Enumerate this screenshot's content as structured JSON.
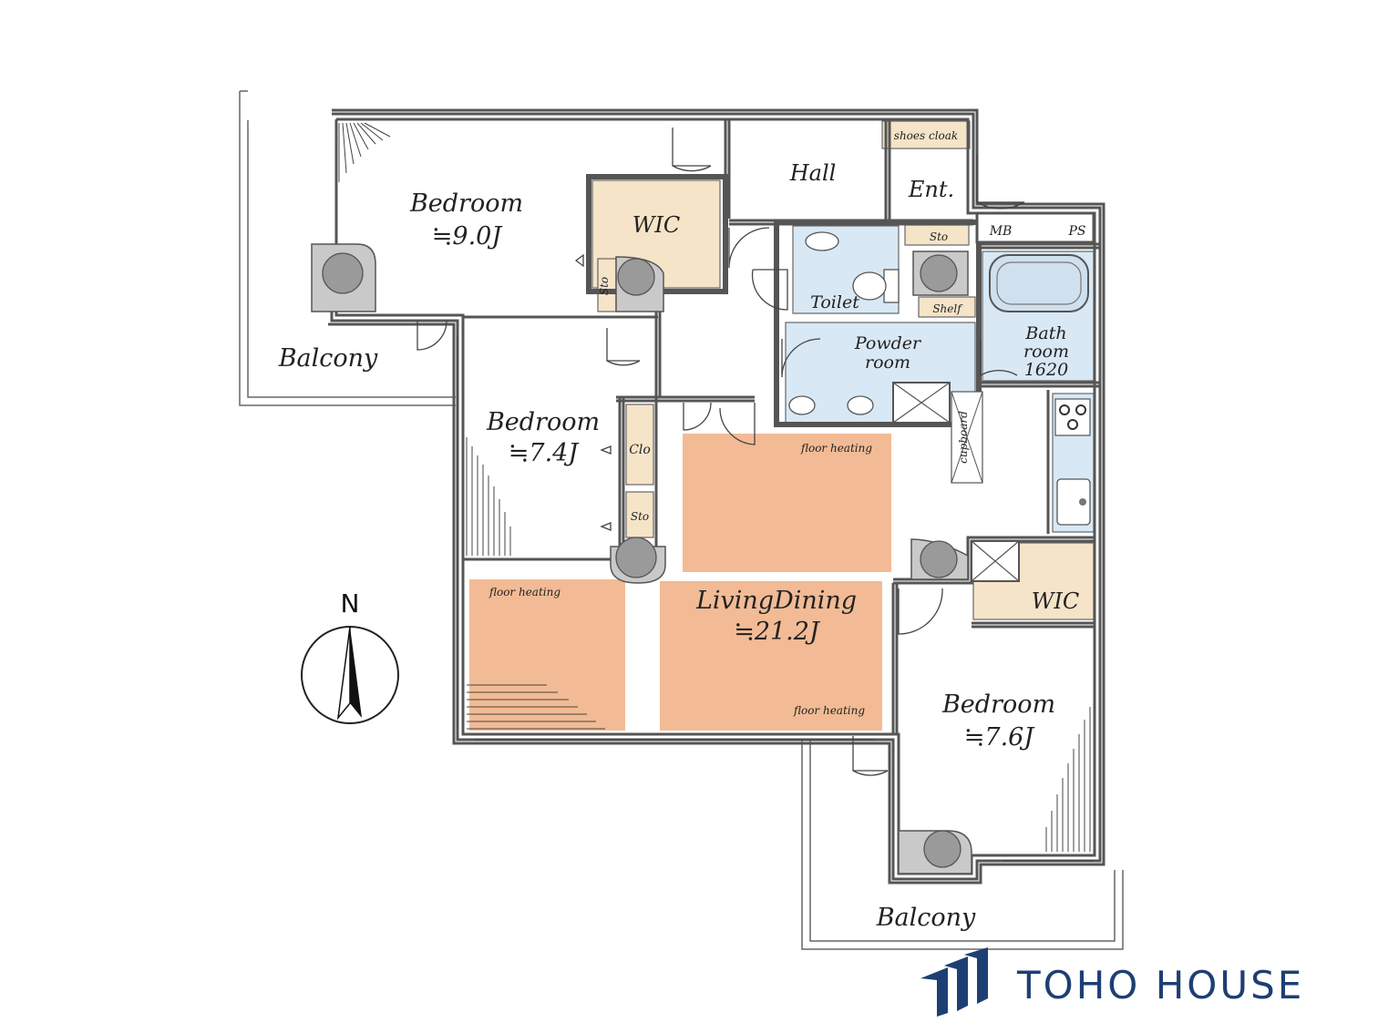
{
  "rooms": {
    "bedroom1": {
      "label": "Bedroom",
      "size": "≒9.0J"
    },
    "bedroom2": {
      "label": "Bedroom",
      "size": "≒7.4J"
    },
    "bedroom3": {
      "label": "Bedroom",
      "size": "≒7.6J"
    },
    "living": {
      "label": "LivingDining",
      "size": "≒21.2J"
    },
    "wic1": "WIC",
    "wic2": "WIC",
    "hall": "Hall",
    "entrance": "Ent.",
    "toilet": "Toilet",
    "powder_line1": "Powder",
    "powder_line2": "room",
    "bath_line1": "Bath",
    "bath_line2": "room",
    "bath_line3": "1620",
    "balcony_west": "Balcony",
    "balcony_south": "Balcony"
  },
  "storage": {
    "shoes_cloak": "shoes cloak",
    "sto_entry": "Sto",
    "sto_wic": "Sto",
    "sto_bedroom2": "Sto",
    "closet": "Clo",
    "shelf": "Shelf",
    "mb": "MB",
    "ps": "PS",
    "cupboard": "cupboard"
  },
  "floor_heating": [
    "floor heating",
    "floor heating",
    "floor heating"
  ],
  "compass": {
    "label": "N"
  },
  "brand": {
    "name": "TOHO HOUSE",
    "color": "#1d3f73"
  },
  "colors": {
    "heating": "#f2bb95",
    "storage": "#f6e4c8",
    "wet_area": "#d8e8f4",
    "column": "#9a9a9a"
  }
}
